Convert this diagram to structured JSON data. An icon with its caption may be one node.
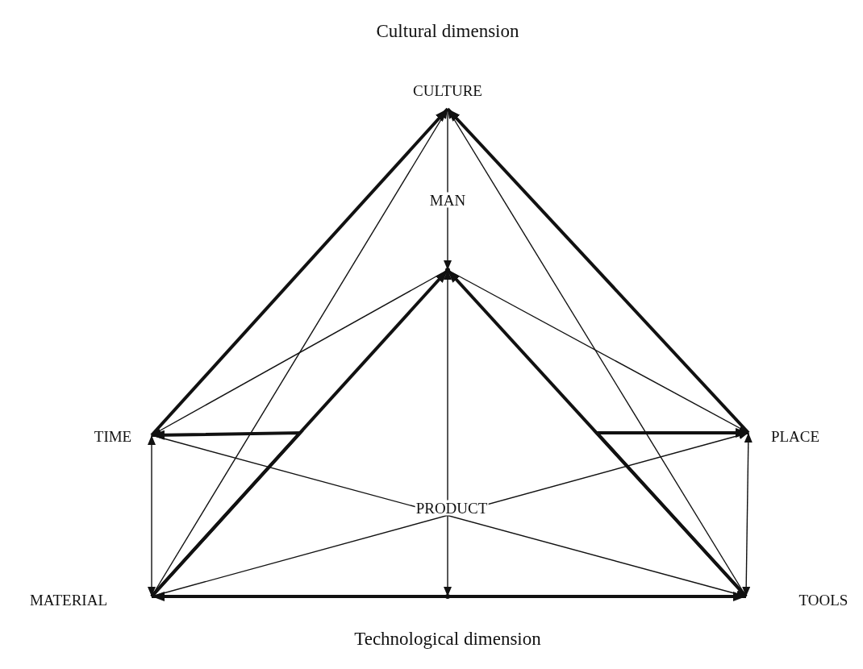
{
  "diagram": {
    "nodes": [
      {
        "text": [
          "CULTURE"
        ]
      },
      {
        "text": [],
        "shape": "circle"
      },
      {
        "text": [
          "TIME"
        ]
      },
      {
        "text": [
          "PLACE"
        ]
      },
      {
        "text": [
          "MATERIAL"
        ]
      },
      {
        "text": [
          "TOOLS"
        ]
      },
      {
        "text": [],
        "shape": "circle"
      }
    ],
    "edges": [
      {
        "from": 0,
        "to": 1,
        "arrow": "to",
        "label": "MAN"
      },
      {
        "from": 2,
        "to": 0,
        "arrow": "to",
        "style": "thick"
      },
      {
        "from": 3,
        "to": 0,
        "arrow": "to",
        "style": "thick"
      },
      {
        "from": 4,
        "to": 0,
        "arrow": "to"
      },
      {
        "from": 5,
        "to": 0,
        "arrow": "to"
      },
      {
        "from": 4,
        "to": 1,
        "arrow": "to",
        "style": "thick"
      },
      {
        "from": 5,
        "to": 1,
        "arrow": "to",
        "style": "thick"
      },
      {
        "from": 4,
        "to": 2,
        "arrow": "to",
        "style": "thick"
      },
      {
        "from": 5,
        "to": 3,
        "arrow": "to",
        "style": "thick"
      },
      {
        "from": 1,
        "to": 2,
        "arrow": "to"
      },
      {
        "from": 1,
        "to": 3,
        "arrow": "to"
      },
      {
        "from": 2,
        "to": 4,
        "arrow": "both"
      },
      {
        "from": 3,
        "to": 5,
        "arrow": "both"
      },
      {
        "from": 2,
        "to": 5,
        "arrow": "to"
      },
      {
        "from": 4,
        "to": 3,
        "arrow": "to"
      },
      {
        "from": 1,
        "to": 6,
        "arrow": "both",
        "label": "PRODUCT"
      },
      {
        "from": 4,
        "to": 5,
        "arrow": "both",
        "style": "thick"
      }
    ],
    "labels": [
      "Cultural dimension",
      "Technological dimension"
    ]
  }
}
